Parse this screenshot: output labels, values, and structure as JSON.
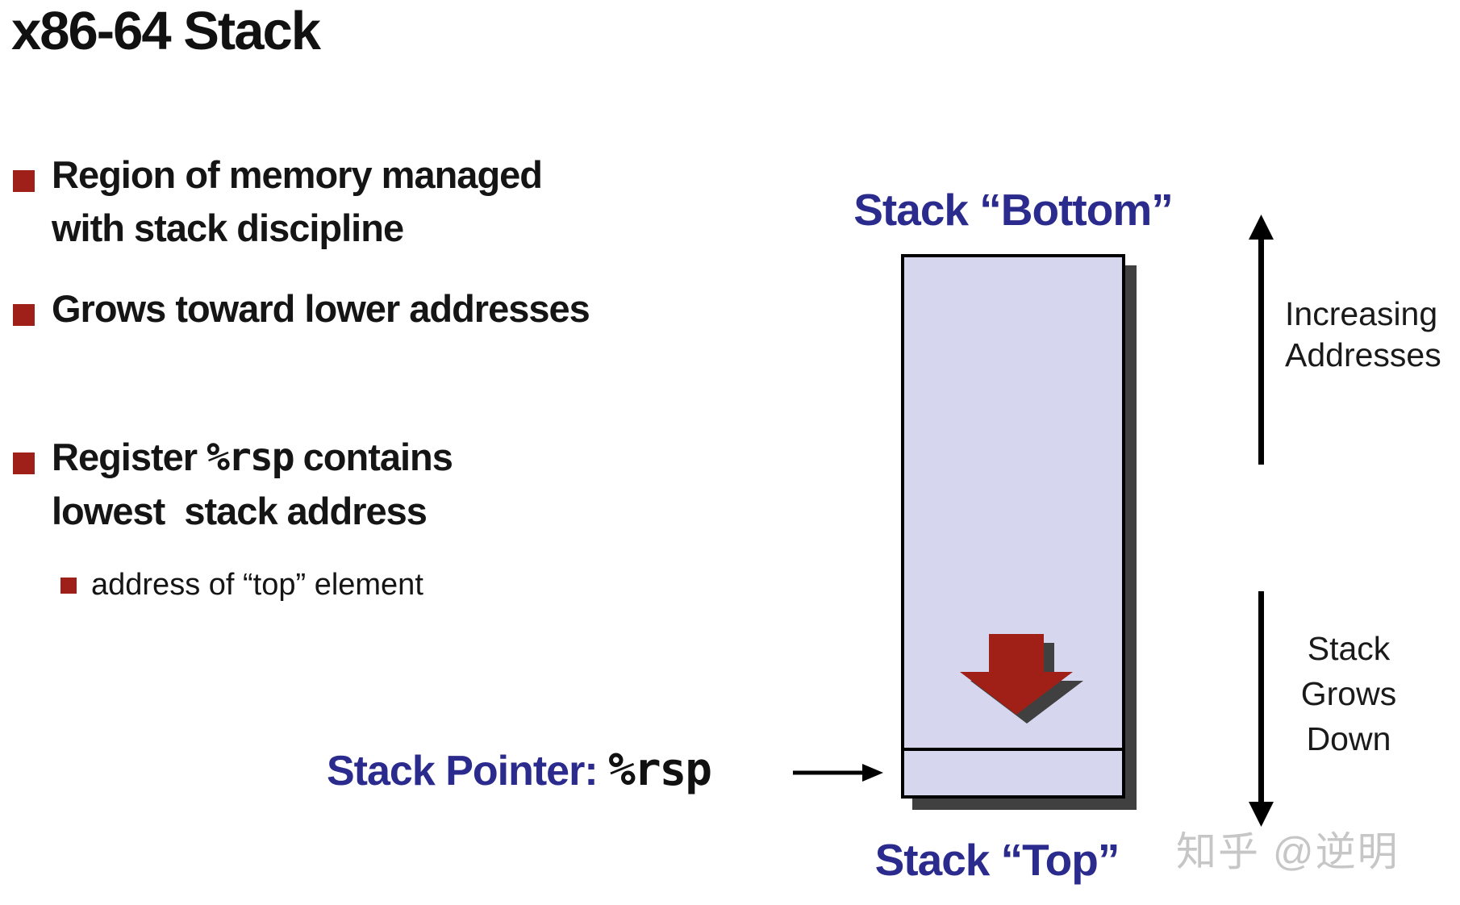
{
  "slide_title": "x86-64 Stack",
  "bullets": {
    "b1": "Region of memory managed\nwith stack discipline",
    "b2": "Grows toward lower addresses",
    "b3_prefix": "Register ",
    "b3_code": "%rsp",
    "b3_suffix": " contains",
    "b3_line2": "lowest  stack address",
    "b3_sub": "address of “top” element"
  },
  "diagram": {
    "bottom_label": "Stack “Bottom”",
    "top_label": "Stack “Top”",
    "pointer_label": "Stack Pointer: ",
    "pointer_register": "%rsp",
    "increasing_label": "Increasing\nAddresses",
    "grows_label": "Stack\nGrows\nDown",
    "icons": {
      "grow_direction": "red-down-arrow-icon",
      "increasing_addresses": "up-arrow-icon",
      "stack_grows": "down-arrow-icon",
      "stack_pointer": "right-arrow-icon"
    }
  },
  "watermark": "知乎 @逆明",
  "colors": {
    "accent_blue": "#2b2b8e",
    "bullet_red": "#9e2018",
    "arrow_red": "#a02018",
    "stack_fill": "#d6d6ee",
    "stack_border": "#000000",
    "shadow_gray": "#404040",
    "text_black": "#151515",
    "watermark_gray": "#c6c6c6",
    "background": "#ffffff"
  }
}
